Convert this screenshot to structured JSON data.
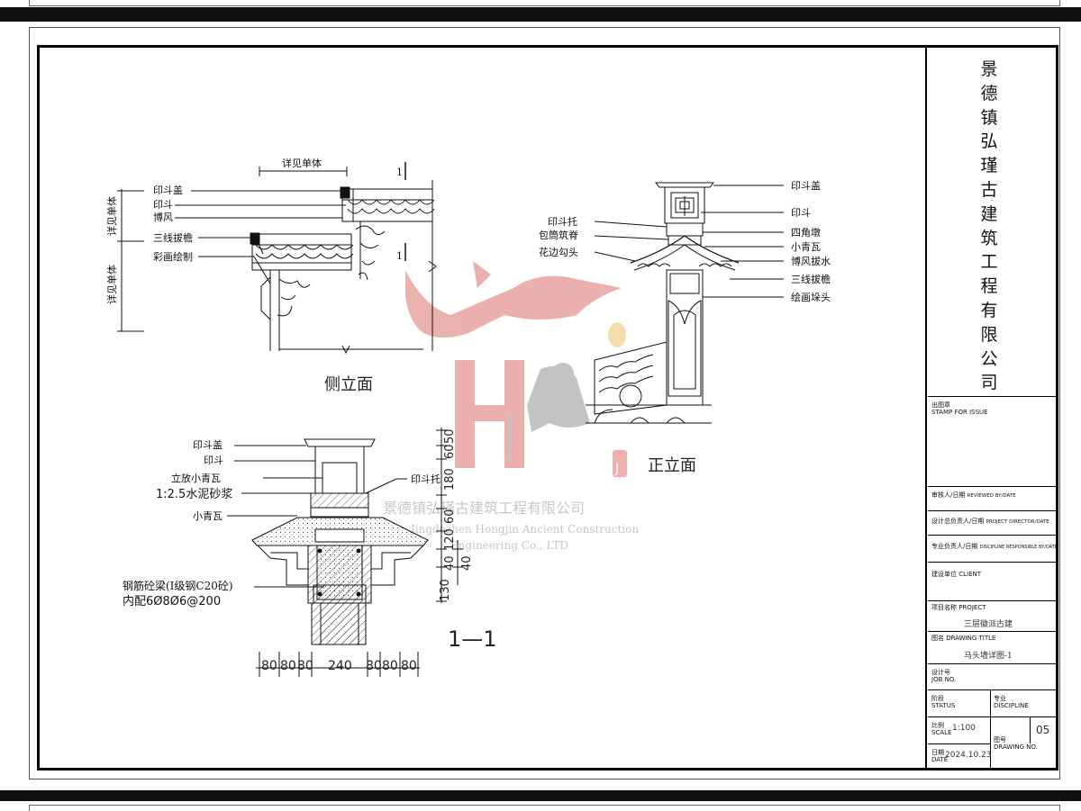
{
  "drawing": {
    "side_view": {
      "labels": [
        "印斗盖",
        "印斗",
        "博风",
        "三线拔檐",
        "彩画绘制"
      ],
      "top_note": "详见单体",
      "side_note_upper": "详见单体",
      "side_note_lower": "详见单体",
      "section_mark": "1",
      "title": "侧立面"
    },
    "front_view": {
      "labels_left": [
        "印斗托",
        "包筒筑脊",
        "花边勾头"
      ],
      "labels_right": [
        "印斗盖",
        "印斗",
        "四角墩",
        "小青瓦",
        "博风拔水",
        "三线拔檐",
        "绘画垛头"
      ],
      "title": "正立面"
    },
    "section_view": {
      "labels_left": [
        "印斗盖",
        "印斗",
        "立放小青瓦",
        "1:2.5水泥砂浆",
        "小青瓦"
      ],
      "label_right": "印斗托",
      "rebar_line1": "钢筋砼梁(Ⅰ级钢C20砼)",
      "rebar_line2": "内配6Ø8Ø6@200",
      "vertical_dims": [
        "50",
        "60",
        "180",
        "60",
        "120",
        "40",
        "40",
        "130"
      ],
      "horizontal_dims": [
        "80",
        "80",
        "80",
        "240",
        "80",
        "80",
        "80"
      ],
      "title": "1—1"
    },
    "watermark": {
      "cn": "景德镇弘瑾古建筑工程有限公司",
      "en1": "Jingdezhen Hongjin Ancient Construction",
      "en2": "Engineering Co., LTD",
      "mark": "J"
    }
  },
  "title_block": {
    "company": "景德镇弘瑾古建筑工程有限公司",
    "stamp": "出图章",
    "stamp_en": "STAMP FOR ISSUE",
    "reviewed": "审核人/日期",
    "reviewed_en": "REVIEWED BY/DATE",
    "director": "设计总负责人/日期",
    "director_en": "PROJECT DIRECTOR/DATE",
    "discipline_resp": "专业负责人/日期",
    "discipline_resp_en": "DISCIPLINE RESPONSIBLE BY/DATE",
    "client": "建设单位",
    "client_en": "CLIENT",
    "project": "项目名称",
    "project_en": "PROJECT",
    "project_value": "三层徽派古建",
    "drawing_title": "图名",
    "drawing_title_en": "DRAWING TITLE",
    "drawing_title_value": "马头墙详图-1",
    "job": "设计号",
    "job_en": "JOB NO.",
    "status": "阶段",
    "status_en": "STATUS",
    "discipline": "专业",
    "discipline_en": "DISCIPLINE",
    "scale": "比例",
    "scale_en": "SCALE",
    "scale_value": "1:100",
    "drawing_no": "图号",
    "drawing_no_en": "DRAWING NO.",
    "drawing_no_value": "05",
    "date": "日期",
    "date_en": "DATE",
    "date_value": "2024.10.23"
  },
  "colors": {
    "watermark_red": "#e8a3a0",
    "watermark_grey": "#b9b9b9",
    "line": "#111111"
  }
}
